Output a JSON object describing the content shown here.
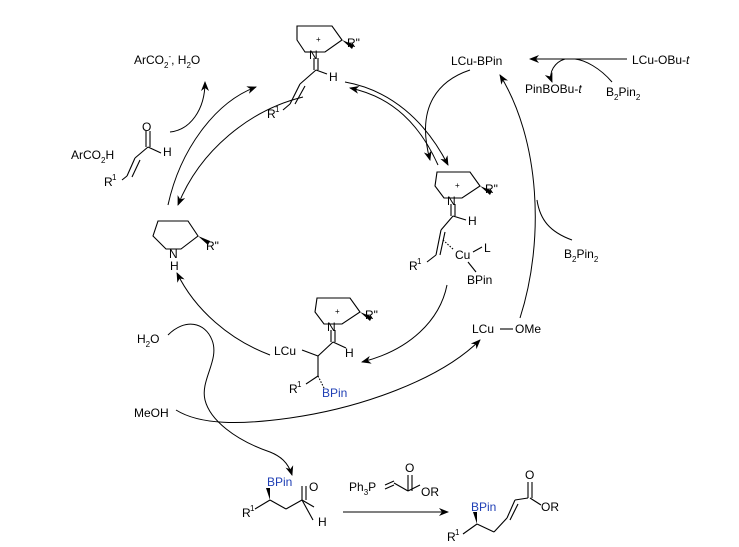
{
  "cycle": {
    "iminium_top": {
      "r2": "R\"",
      "h": "H",
      "r1": "R",
      "r1_sup": "1",
      "plus": "+",
      "n": "N"
    },
    "cu_complex": {
      "r2": "R\"",
      "h": "H",
      "r1": "R",
      "r1_sup": "1",
      "cu": "Cu",
      "l": "L",
      "bpin": "BPin",
      "n": "N",
      "plus": "+"
    },
    "borylated_iminium": {
      "r2": "R\"",
      "lcu": "LCu",
      "h": "H",
      "r1": "R",
      "r1_sup": "1",
      "bpin": "BPin",
      "n": "N",
      "plus": "+"
    },
    "pyrrolidine": {
      "r2": "R\"",
      "nh": "N",
      "h": "H"
    },
    "enal": {
      "reagent": "ArCO",
      "reagent_sub": "2",
      "reagent_end": "H",
      "o": "O",
      "h": "H",
      "r1": "R",
      "r1_sup": "1"
    },
    "acid_release": {
      "text1": "ArCO",
      "sub": "2",
      "sup": "-",
      "text2": ", H",
      "sub2": "2",
      "text3": "O"
    }
  },
  "copper": {
    "lcu_bpin": "LCu-BPin",
    "lcu_obut": "LCu-OBu-",
    "t1": "t",
    "pinbobut": "PinBOBu-",
    "t2": "t",
    "b2pin2_top": {
      "b": "B",
      "sub1": "2",
      "pin": "Pin",
      "sub2": "2"
    },
    "b2pin2_right": {
      "b": "B",
      "sub1": "2",
      "pin": "Pin",
      "sub2": "2"
    },
    "lcu_ome": "LCu",
    "ome": "OMe"
  },
  "reagents": {
    "h2o": {
      "h": "H",
      "sub": "2",
      "o": "O"
    },
    "meoh": "MeOH"
  },
  "products": {
    "aldehyde": {
      "bpin": "BPin",
      "r1": "R",
      "r1_sup": "1",
      "o": "O",
      "h": "H"
    },
    "wittig": {
      "ph": "Ph",
      "sub": "3",
      "p": "P",
      "o": "O",
      "or": "OR"
    },
    "ester": {
      "bpin": "BPin",
      "r1": "R",
      "r1_sup": "1",
      "o": "O",
      "or": "OR"
    }
  }
}
